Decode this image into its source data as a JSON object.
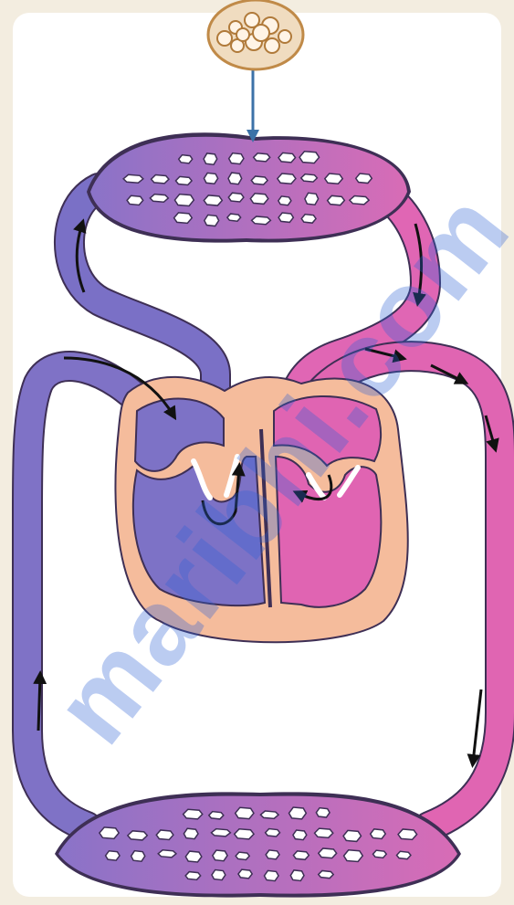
{
  "diagram": {
    "kind": "double circulation of blood (human heart)",
    "colors": {
      "page_background": "#f3ede0",
      "panel": "#ffffff",
      "deoxygenated": "#7b72c4",
      "oxygenated": "#e06bb0",
      "blend": "#a46fc2",
      "heart_tissue": "#f5bc9c",
      "outline": "#3e2f55",
      "arrow": "#111111",
      "connector": "#3c72a8",
      "alveoli": "#c08a48",
      "watermark": "#2f62d6"
    },
    "parts": [
      "alveoli-cluster",
      "lung-capillary-bed",
      "heart",
      "right-atrium",
      "right-ventricle",
      "left-atrium",
      "left-ventricle",
      "pulmonary-artery",
      "pulmonary-vein",
      "vena-cava",
      "aorta",
      "body-capillary-bed"
    ]
  },
  "watermark": {
    "text": "maribhi.com",
    "opacity": 0.32
  }
}
